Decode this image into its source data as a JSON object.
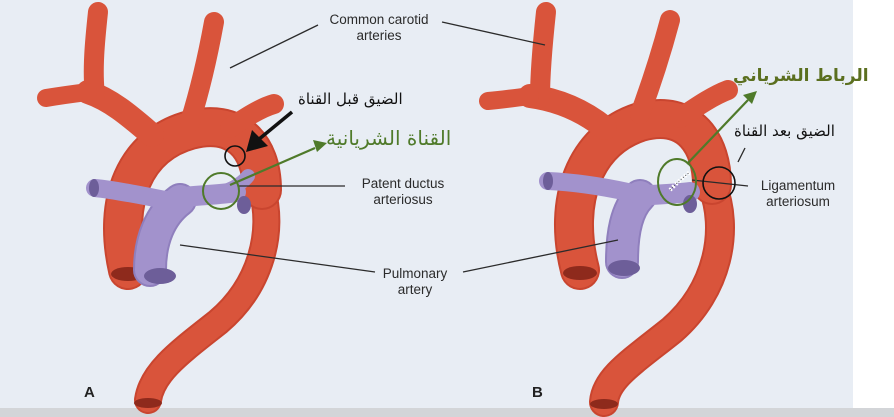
{
  "labels": {
    "common_carotid_line1": "Common carotid",
    "common_carotid_line2": "arteries",
    "patent_ductus_line1": "Patent ductus",
    "patent_ductus_line2": "arteriosus",
    "pulmonary_line1": "Pulmonary",
    "pulmonary_line2": "artery",
    "ligamentum_line1": "Ligamentum",
    "ligamentum_line2": "arteriosum"
  },
  "arabic": {
    "preductal_coarctation": "الضيق قبل القناة",
    "ductus_arteriosus": "القناة الشريانية",
    "arterial_ligament": "الرباط الشرياني",
    "postductal_coarctation": "الضيق بعد القناة"
  },
  "panels": {
    "a": "A",
    "b": "B"
  },
  "colors": {
    "aorta": "#d9543b",
    "pulmonary": "#a292cc",
    "annotation_green": "#4f7a2a",
    "background": "#e8edf4"
  }
}
